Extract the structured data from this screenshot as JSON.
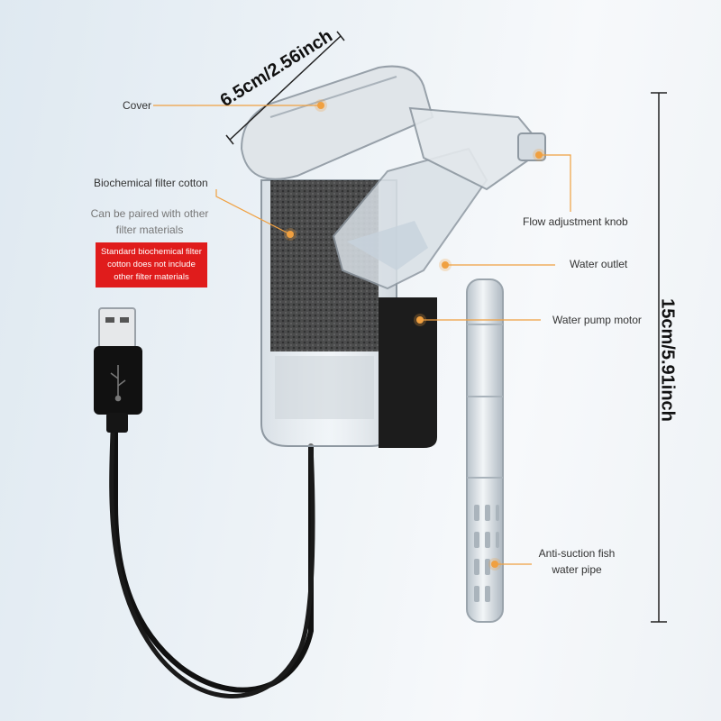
{
  "dimensions": {
    "width": "6.5cm/2.56inch",
    "height": "15cm/5.91inch"
  },
  "labels": {
    "cover": "Cover",
    "filter_cotton": "Biochemical filter cotton",
    "paired_line1": "Can be paired with other",
    "paired_line2": "filter materials",
    "flow_knob": "Flow adjustment knob",
    "water_outlet": "Water outlet",
    "pump_motor": "Water pump motor",
    "anti_suction_line1": "Anti-suction fish",
    "anti_suction_line2": "water pipe"
  },
  "notice": {
    "line1": "Standard biochemical filter",
    "line2": "cotton does not include",
    "line3": "other filter materials"
  },
  "colors": {
    "callout": "#f0a040",
    "notice_bg": "#e01c1c"
  }
}
